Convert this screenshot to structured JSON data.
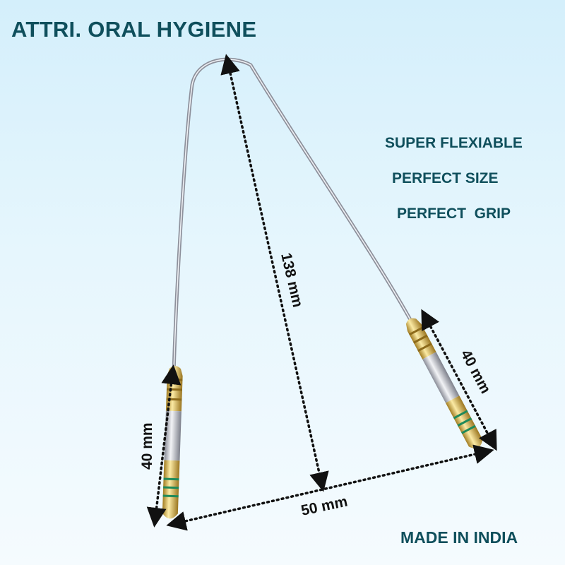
{
  "title": "ATTRI. ORAL HYGIENE",
  "features": [
    "SUPER FLEXIABLE",
    "PERFECT SIZE",
    "PERFECT  GRIP"
  ],
  "footer": "MADE IN INDIA",
  "dimensions": {
    "length": "138 mm",
    "left_handle": "40 mm",
    "right_handle": "40 mm",
    "width": "50 mm"
  },
  "colors": {
    "text": "#0f4f5c",
    "brass": "#d9b64a",
    "steel": "#b9bcc6",
    "green_band": "#1f8a5a"
  }
}
